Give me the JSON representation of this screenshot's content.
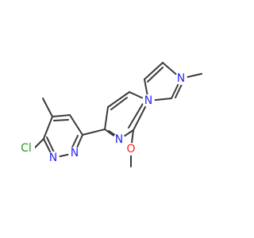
{
  "colors": {
    "bond": "#3a3a3a",
    "nitrogen": "#2626ff",
    "oxygen": "#ff2020",
    "chlorine": "#1f9e1f",
    "background": "#ffffff"
  },
  "atoms": {
    "n_imid_1": "N",
    "n_imid_3": "N",
    "o_methoxy": "O",
    "n_pyridine": "N",
    "n_pyridazine_1": "N",
    "n_pyridazine_2": "N",
    "cl": "Cl"
  }
}
